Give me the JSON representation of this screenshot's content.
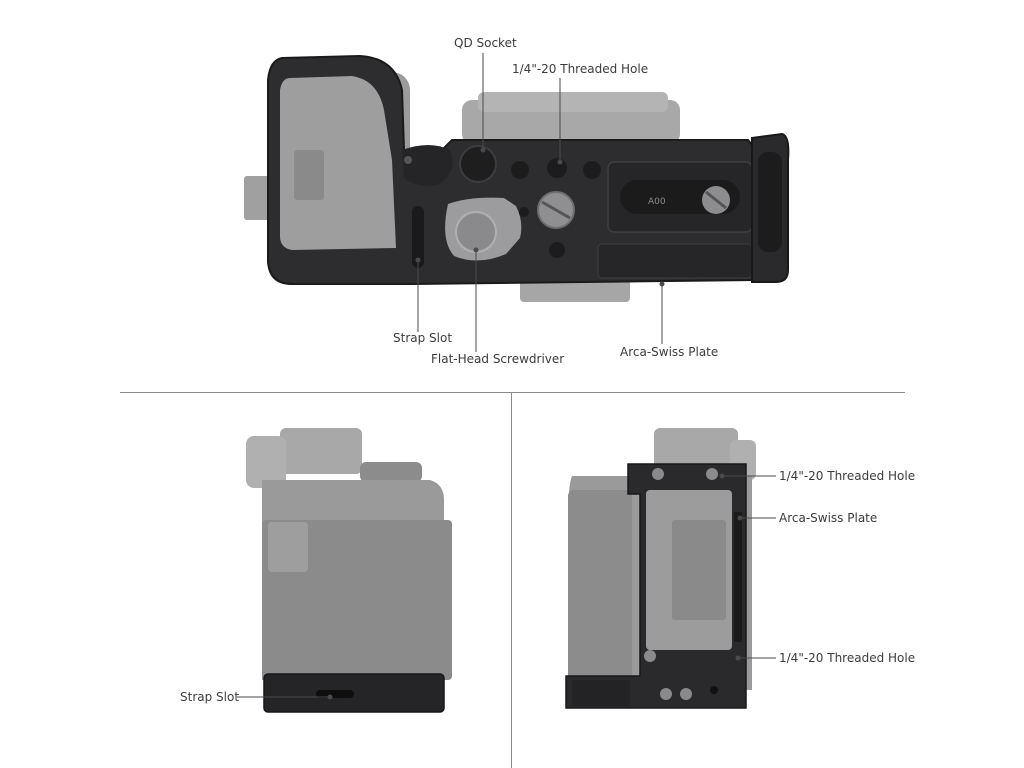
{
  "callouts": {
    "top": {
      "qd_socket": "QD Socket",
      "threaded_hole": "1/4\"-20 Threaded Hole",
      "strap_slot": "Strap Slot",
      "flat_head_screwdriver": "Flat-Head Screwdriver",
      "arca_swiss_plate": "Arca-Swiss Plate"
    },
    "bottom_left": {
      "strap_slot": "Strap Slot"
    },
    "bottom_right": {
      "threaded_hole_top": "1/4\"-20 Threaded Hole",
      "arca_swiss_plate": "Arca-Swiss Plate",
      "threaded_hole_bottom": "1/4\"-20 Threaded Hole"
    }
  },
  "product_marking": "A00",
  "colors": {
    "camera_body": "#9a9a9a",
    "camera_dark": "#7e7e7e",
    "cage_metal": "#2e2e30",
    "cage_edge": "#1c1c1d",
    "leader_line": "#4a4a4a"
  }
}
